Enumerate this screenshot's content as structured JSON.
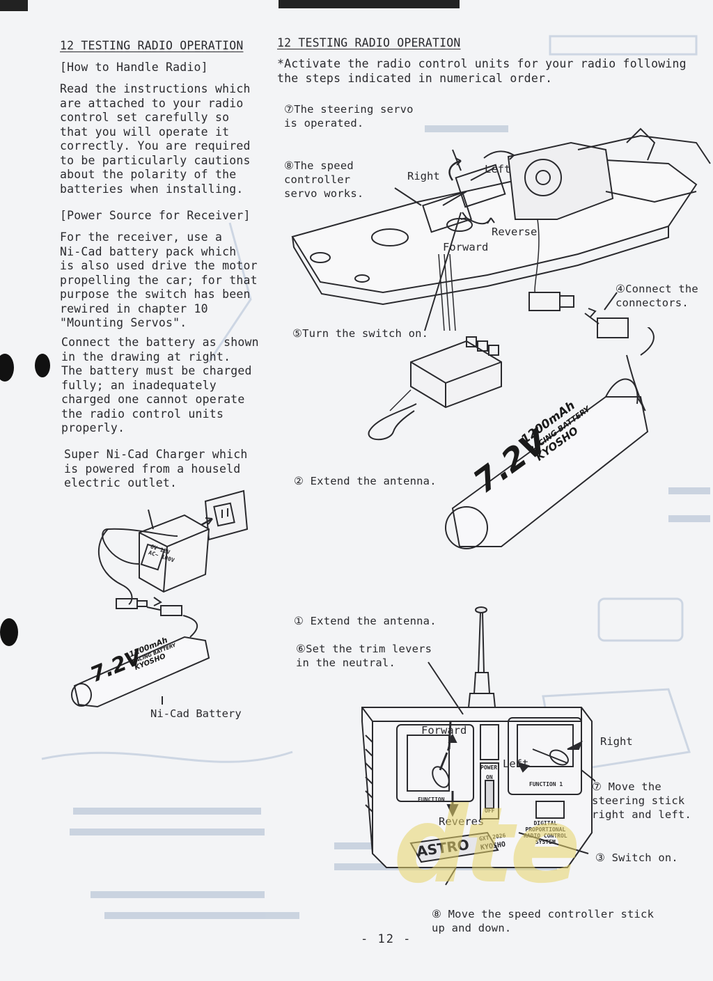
{
  "left_column": {
    "heading": "12 TESTING RADIO OPERATION",
    "subheading_handle": "[How to Handle Radio]",
    "para_handle": "Read the instructions which\nare attached to your radio\ncontrol set carefully so\nthat you will operate it\ncorrectly.  You are required\nto be particularly cautions\nabout the polarity of the\nbatteries when installing.",
    "subheading_power": "[Power Source for Receiver]",
    "para_power": "For the receiver, use a\nNi-Cad battery pack which\nis also used drive the motor\npropelling the car; for that\npurpose the switch has been\nrewired in chapter 10\n\"Mounting Servos\".",
    "para_connect": "Connect the battery as shown\nin the drawing at right.\nThe battery must be charged\nfully; an inadequately\ncharged one cannot operate\nthe radio control units\nproperly.",
    "para_charger": "Super Ni-Cad Charger which\nis powered from a houseld\nelectric outlet.",
    "battery_label": "Ni-Cad Battery"
  },
  "right_column": {
    "heading": "12 TESTING RADIO OPERATION",
    "intro": "*Activate the radio control units for your radio following\n the steps indicated in numerical order.",
    "step7_servo": "⑦The steering servo\n  is operated.",
    "step8_servo": "⑧The speed\n  controller\n  servo works.",
    "step4": "④Connect the\n  connectors.",
    "step5": "⑤Turn the switch on.",
    "step2": "② Extend the antenna.",
    "step1": "① Extend the antenna.",
    "step6": "⑥Set the trim levers\n  in the neutral.",
    "step7_stick": "⑦ Move the\n  steering stick\n  right and left.",
    "step3": "③ Switch on.",
    "step8_stick": "⑧ Move the speed controller stick\n  up and down."
  },
  "diagram_labels": {
    "right": "Right",
    "left": "Left",
    "reverse": "Reverse",
    "forward": "Forward",
    "tx_forward": "Forward",
    "tx_left": "Left",
    "tx_right": "Right",
    "tx_reverse": "Reveres",
    "battery_voltage": "7.2V",
    "battery_capacity": "1200mAh",
    "battery_type": "RACING BATTERY",
    "battery_brand": "KYOSHO",
    "tx_brand": "ASTRO",
    "tx_model": "GXT 2026",
    "tx_maker": "KYOSHO",
    "tx_power": "POWER",
    "tx_on": "ON",
    "tx_off": "OFF",
    "tx_function": "FUNCTION",
    "tx_function1": "FUNCTION 1",
    "tx_digital": "DIGITAL\nPROPORTIONAL\nRADIO CONTROL\nSYSTEM",
    "charger_spec": "6V  12V\nAC~ 100V"
  },
  "watermark": "dte",
  "page_number": "- 12  -",
  "colors": {
    "ink": "#2a2a2e",
    "paper": "#f3f4f6",
    "bleed": "#b9c6d8",
    "watermark": "#e7d46a"
  }
}
